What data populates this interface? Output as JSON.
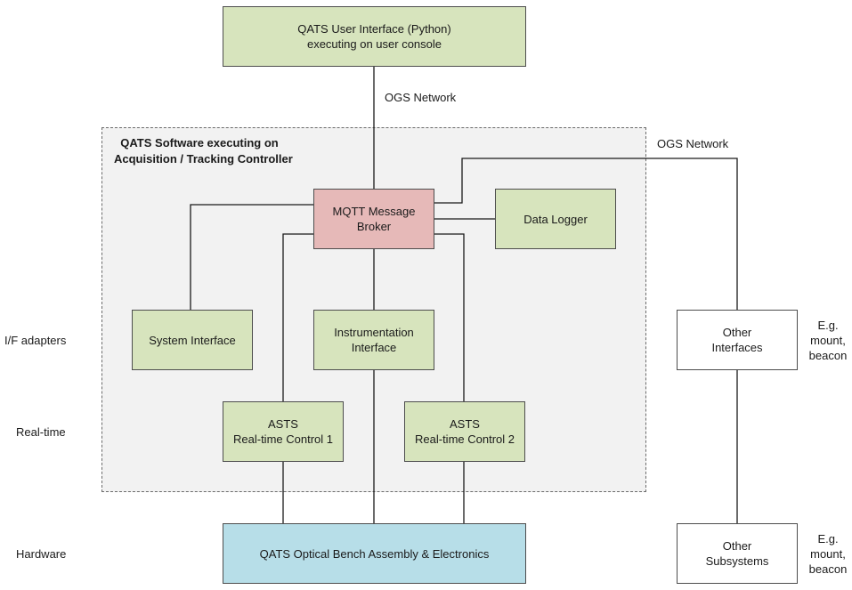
{
  "boxes": {
    "user_interface": [
      "QATS User Interface (Python)",
      "executing on user console"
    ],
    "mqtt_broker": [
      "MQTT Message",
      "Broker"
    ],
    "data_logger": [
      "Data Logger"
    ],
    "system_interface": [
      "System Interface"
    ],
    "instrumentation_interface": [
      "Instrumentation",
      "Interface"
    ],
    "other_interfaces": [
      "Other",
      "Interfaces"
    ],
    "asts_control_1": [
      "ASTS",
      "Real-time Control 1"
    ],
    "asts_control_2": [
      "ASTS",
      "Real-time Control 2"
    ],
    "optical_bench": [
      "QATS Optical Bench Assembly & Electronics"
    ],
    "other_subsystems": [
      "Other",
      "Subsystems"
    ]
  },
  "group": {
    "title": [
      "QATS Software executing on",
      "Acquisition / Tracking Controller"
    ]
  },
  "labels": {
    "ogs_network_top": "OGS Network",
    "ogs_network_right": "OGS Network",
    "eg_interfaces": [
      "E.g.",
      "mount,",
      "beacon"
    ],
    "eg_subsystems": [
      "E.g.",
      "mount,",
      "beacon"
    ]
  },
  "rows": {
    "if_adapters": "I/F adapters",
    "real_time": "Real-time",
    "hardware": "Hardware"
  }
}
